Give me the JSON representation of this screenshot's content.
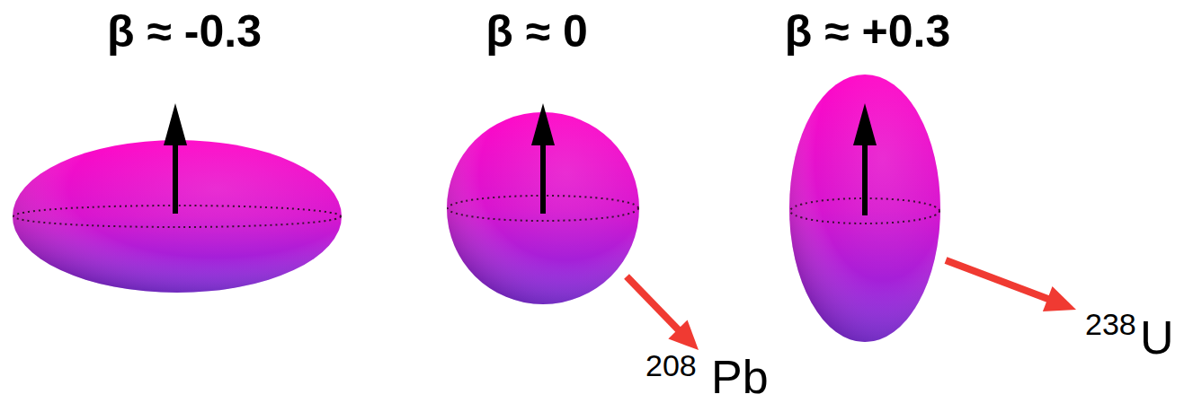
{
  "diagram": {
    "labels": [
      "β ≈ -0.3",
      "β ≈ 0",
      "β ≈ +0.3",
      "208",
      "Pb",
      "238",
      "U"
    ]
  }
}
